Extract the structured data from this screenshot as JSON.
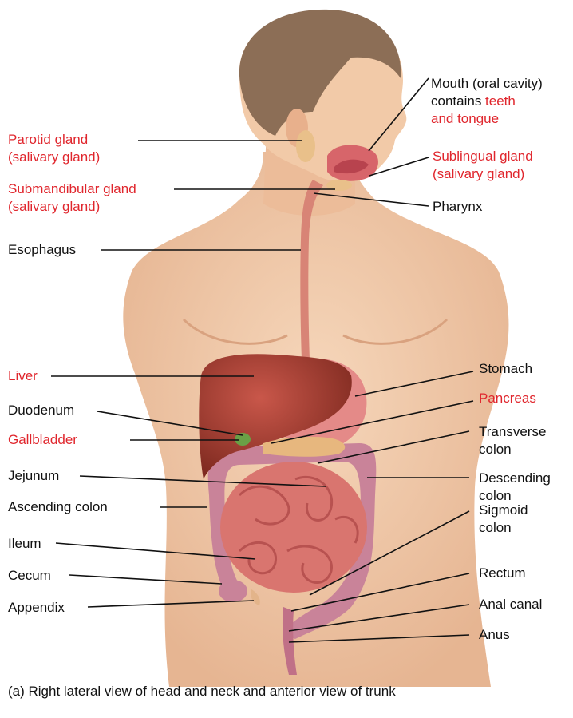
{
  "colors": {
    "label_text": "#111111",
    "highlight_text": "#e0262d",
    "skin": "#f0c7a4",
    "skin_shadow": "#e2ae8a",
    "hair": "#8c6e56",
    "liver": "#a83a2c",
    "intestine": "#d9756f",
    "colon": "#c98399",
    "esophagus": "#d88476",
    "gland": "#e9c08a",
    "gallbladder": "#6aa046",
    "leader_line": "#111111"
  },
  "labels": {
    "mouth": {
      "line1": "Mouth (oral cavity)",
      "line2_prefix": "contains ",
      "line2_accent": "teeth",
      "line3": "and tongue"
    },
    "parotid": {
      "line1": "Parotid gland",
      "line2": "(salivary gland)"
    },
    "sublingual": {
      "line1": "Sublingual gland",
      "line2": "(salivary gland)"
    },
    "submandibular": {
      "line1": "Submandibular gland",
      "line2": "(salivary gland)"
    },
    "pharynx": "Pharynx",
    "esophagus": "Esophagus",
    "liver": "Liver",
    "stomach": "Stomach",
    "duodenum": "Duodenum",
    "pancreas": "Pancreas",
    "gallbladder": "Gallbladder",
    "transverse_colon": {
      "line1": "Transverse",
      "line2": "colon"
    },
    "jejunum": "Jejunum",
    "descending_colon": {
      "line1": "Descending",
      "line2": "colon"
    },
    "ascending_colon": "Ascending colon",
    "sigmoid_colon": {
      "line1": "Sigmoid",
      "line2": "colon"
    },
    "ileum": "Ileum",
    "rectum": "Rectum",
    "cecum": "Cecum",
    "anal_canal": "Anal canal",
    "appendix": "Appendix",
    "anus": "Anus"
  },
  "caption": "(a) Right lateral view of head and neck and anterior view of trunk"
}
